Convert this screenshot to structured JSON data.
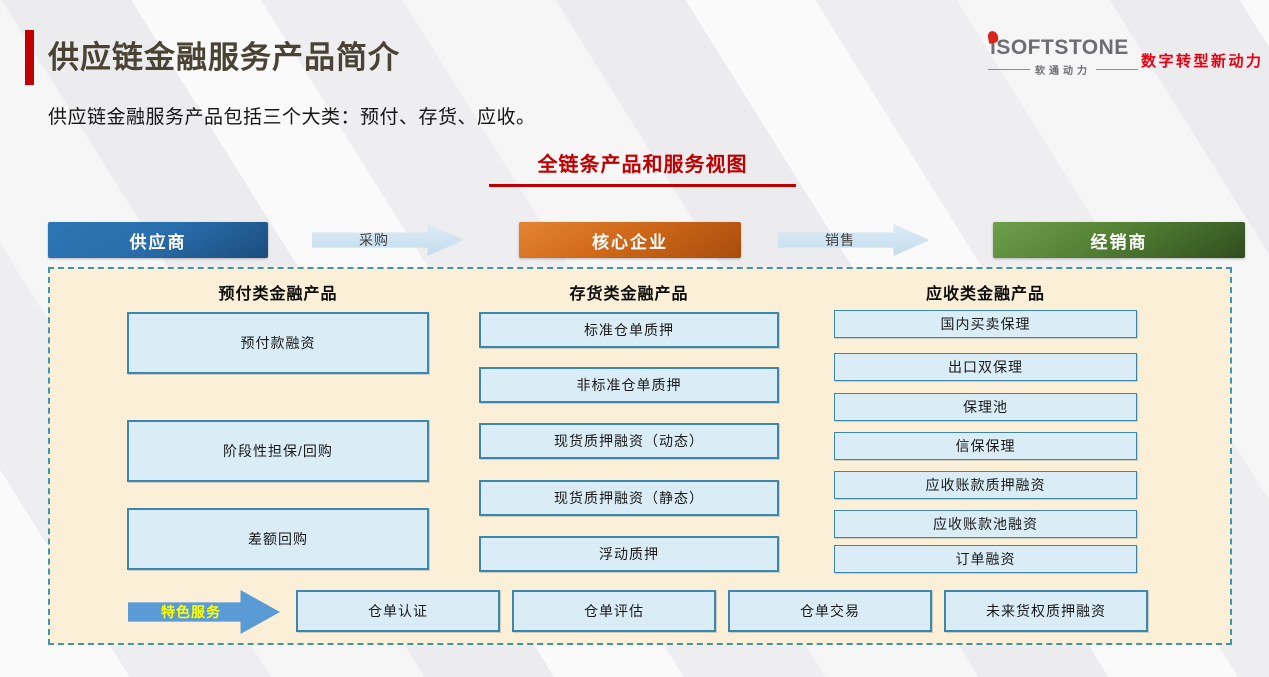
{
  "header": {
    "title": "供应链金融服务产品简介",
    "logo": {
      "brand": "iSOFTSTONE",
      "brand_cn": "软通动力",
      "tagline": "数字转型新动力"
    }
  },
  "intro": "供应链金融服务产品包括三个大类：预付、存货、应收。",
  "section_heading": "全链条产品和服务视图",
  "flow": {
    "supplier": "供应商",
    "purchase": "采购",
    "core_enterprise": "核心企业",
    "sales": "销售",
    "distributor": "经销商"
  },
  "panel": {
    "columns": [
      {
        "header": "预付类金融产品",
        "items": [
          "预付款融资",
          "阶段性担保/回购",
          "差额回购"
        ]
      },
      {
        "header": "存货类金融产品",
        "items": [
          "标准仓单质押",
          "非标准仓单质押",
          "现货质押融资（动态）",
          "现货质押融资（静态）",
          "浮动质押"
        ]
      },
      {
        "header": "应收类金融产品",
        "items": [
          "国内买卖保理",
          "出口双保理",
          "保理池",
          "信保保理",
          "应收账款质押融资",
          "应收账款池融资",
          "订单融资"
        ]
      }
    ],
    "special": {
      "label": "特色服务",
      "items": [
        "仓单认证",
        "仓单评估",
        "仓单交易",
        "未来货权质押融资"
      ]
    }
  },
  "colors": {
    "accent_red": "#c00000",
    "tagline_red": "#e60012",
    "supplier_blue": "#2a6fae",
    "core_orange": "#d0691a",
    "distributor_green": "#538135",
    "flow_arrow_blue": "#cfe3f1",
    "special_arrow_blue": "#5b9bd5",
    "special_label_yellow": "#ffff00",
    "box_fill": "#daedf6",
    "box_border": "#3d86ac",
    "panel_bg": "#fbf0d7",
    "panel_border": "#4095ad",
    "title_color": "#4a4334"
  }
}
